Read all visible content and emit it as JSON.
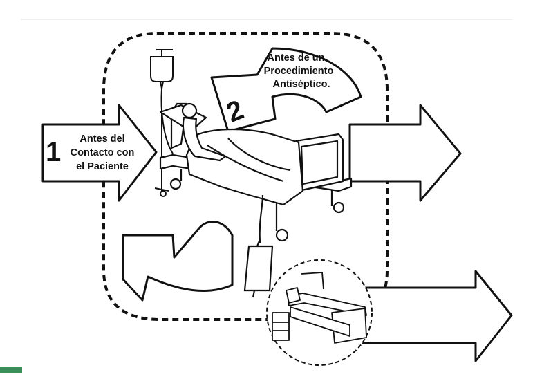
{
  "diagram": {
    "moment_1": {
      "number": "1",
      "lines": [
        "Antes del",
        "Contacto con",
        "el Paciente"
      ]
    },
    "moment_2": {
      "number": "2",
      "lines": [
        "Antes de un",
        "Procedimiento",
        "Antiséptico."
      ]
    },
    "colors": {
      "stroke": "#111111",
      "fill": "#ffffff",
      "accent_bar": "#3a8f5a"
    },
    "icons": [
      "iv-drip-bag",
      "patient-in-hospital-bed",
      "urine-drainage-bag",
      "empty-hospital-bed",
      "bedside-table"
    ]
  }
}
